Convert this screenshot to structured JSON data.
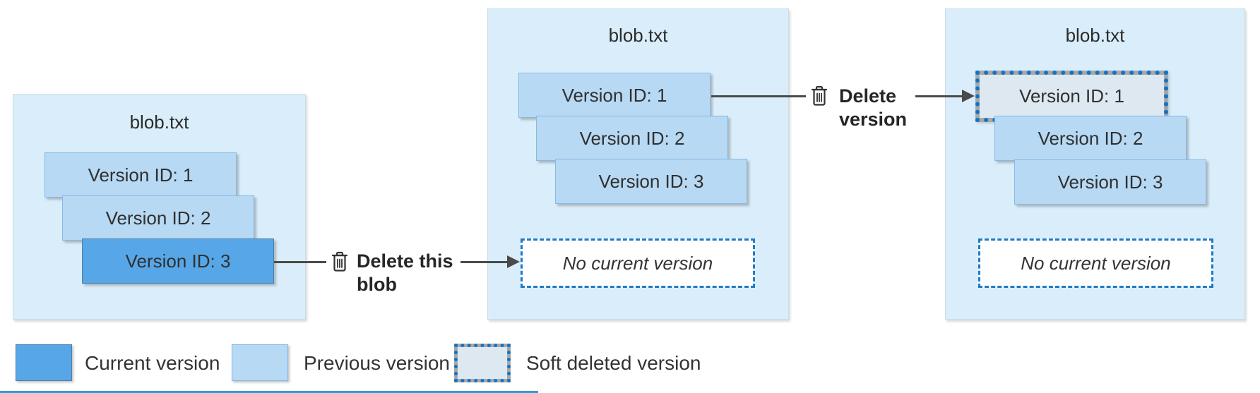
{
  "colors": {
    "panel_bg": "#d9eefa",
    "panel_border": "#c9dde8",
    "previous_version": "#b7d9f3",
    "previous_border": "#85b9e6",
    "current_version": "#57a7e8",
    "current_border": "#4d7fa8",
    "soft_deleted_fill": "#dde8f0",
    "soft_deleted_dot": "#1273c7",
    "soft_deleted_gap": "#a8a8a8",
    "dashed_border": "#1e7ac5",
    "arrow": "#4a4a4a",
    "text": "#2b2b2b",
    "bottom_line": "#2f9fd6"
  },
  "panels": [
    {
      "title": "blob.txt",
      "versions": [
        {
          "label": "Version ID: 1",
          "state": "previous"
        },
        {
          "label": "Version ID: 2",
          "state": "previous"
        },
        {
          "label": "Version ID: 3",
          "state": "current"
        }
      ]
    },
    {
      "title": "blob.txt",
      "versions": [
        {
          "label": "Version ID: 1",
          "state": "previous"
        },
        {
          "label": "Version ID: 2",
          "state": "previous"
        },
        {
          "label": "Version ID: 3",
          "state": "previous"
        }
      ],
      "placeholder": "No current version"
    },
    {
      "title": "blob.txt",
      "versions": [
        {
          "label": "Version ID: 1",
          "state": "soft-deleted"
        },
        {
          "label": "Version ID: 2",
          "state": "previous"
        },
        {
          "label": "Version ID: 3",
          "state": "previous"
        }
      ],
      "placeholder": "No current version"
    }
  ],
  "arrows": [
    {
      "icon": "trash-icon",
      "line1": "Delete this",
      "line2": "blob"
    },
    {
      "icon": "trash-icon",
      "line1": "Delete",
      "line2": "version"
    }
  ],
  "legend": {
    "items": [
      {
        "label": "Current version",
        "swatch": "current"
      },
      {
        "label": "Previous version",
        "swatch": "previous"
      },
      {
        "label": "Soft deleted version",
        "swatch": "soft-deleted"
      }
    ]
  }
}
